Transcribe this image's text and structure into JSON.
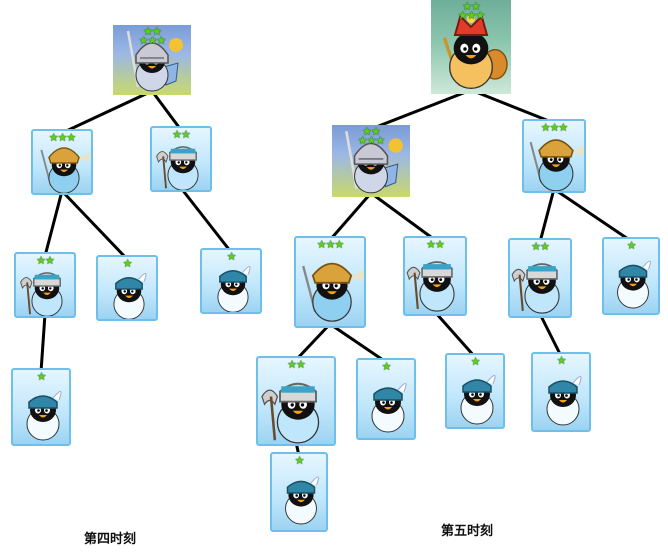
{
  "captions": {
    "left": "第四时刻",
    "right": "第五时刻"
  },
  "colors": {
    "link": "#000000",
    "star": "#5fcf1e",
    "card_border": "#6ec0ea"
  },
  "units": {
    "L-root": {
      "stars": 5,
      "style": "portrait-knight",
      "icon": "knight-penguin-icon"
    },
    "L-a": {
      "stars": 3,
      "style": "card-gold",
      "icon": "gold-helmet-penguin-icon"
    },
    "L-b": {
      "stars": 2,
      "style": "card-axe",
      "icon": "axe-penguin-icon"
    },
    "L-a1": {
      "stars": 2,
      "style": "card-axe",
      "icon": "axe-penguin-icon"
    },
    "L-a2": {
      "stars": 1,
      "style": "card-feather",
      "icon": "feather-hat-penguin-icon"
    },
    "L-b1": {
      "stars": 1,
      "style": "card-feather",
      "icon": "feather-hat-penguin-icon"
    },
    "L-a1a": {
      "stars": 1,
      "style": "card-feather",
      "icon": "feather-hat-penguin-icon"
    },
    "R-root": {
      "stars": 5,
      "style": "portrait-king",
      "icon": "king-penguin-icon"
    },
    "R-a": {
      "stars": 5,
      "style": "portrait-knight",
      "icon": "knight-penguin-icon"
    },
    "R-b": {
      "stars": 3,
      "style": "card-gold",
      "icon": "gold-helmet-penguin-icon"
    },
    "R-a1": {
      "stars": 3,
      "style": "card-gold",
      "icon": "gold-helmet-penguin-icon"
    },
    "R-a2": {
      "stars": 2,
      "style": "card-axe",
      "icon": "axe-penguin-icon"
    },
    "R-b1": {
      "stars": 2,
      "style": "card-axe",
      "icon": "axe-penguin-icon"
    },
    "R-b2": {
      "stars": 1,
      "style": "card-feather",
      "icon": "feather-hat-penguin-icon"
    },
    "R-a1a": {
      "stars": 2,
      "style": "card-axe",
      "icon": "axe-penguin-icon"
    },
    "R-a1b": {
      "stars": 1,
      "style": "card-feather",
      "icon": "feather-hat-penguin-icon"
    },
    "R-a2a": {
      "stars": 1,
      "style": "card-feather",
      "icon": "feather-hat-penguin-icon"
    },
    "R-b1a": {
      "stars": 1,
      "style": "card-feather",
      "icon": "feather-hat-penguin-icon"
    },
    "R-a1a1": {
      "stars": 1,
      "style": "card-feather",
      "icon": "feather-hat-penguin-icon"
    }
  },
  "links": [
    [
      "L-root",
      "L-a"
    ],
    [
      "L-root",
      "L-b"
    ],
    [
      "L-a",
      "L-a1"
    ],
    [
      "L-a",
      "L-a2"
    ],
    [
      "L-b",
      "L-b1"
    ],
    [
      "L-a1",
      "L-a1a"
    ],
    [
      "R-root",
      "R-a"
    ],
    [
      "R-root",
      "R-b"
    ],
    [
      "R-a",
      "R-a1"
    ],
    [
      "R-a",
      "R-a2"
    ],
    [
      "R-b",
      "R-b1"
    ],
    [
      "R-b",
      "R-b2"
    ],
    [
      "R-a1",
      "R-a1a"
    ],
    [
      "R-a1",
      "R-a1b"
    ],
    [
      "R-a2",
      "R-a2a"
    ],
    [
      "R-b1",
      "R-b1a"
    ],
    [
      "R-a1a",
      "R-a1a1"
    ]
  ]
}
